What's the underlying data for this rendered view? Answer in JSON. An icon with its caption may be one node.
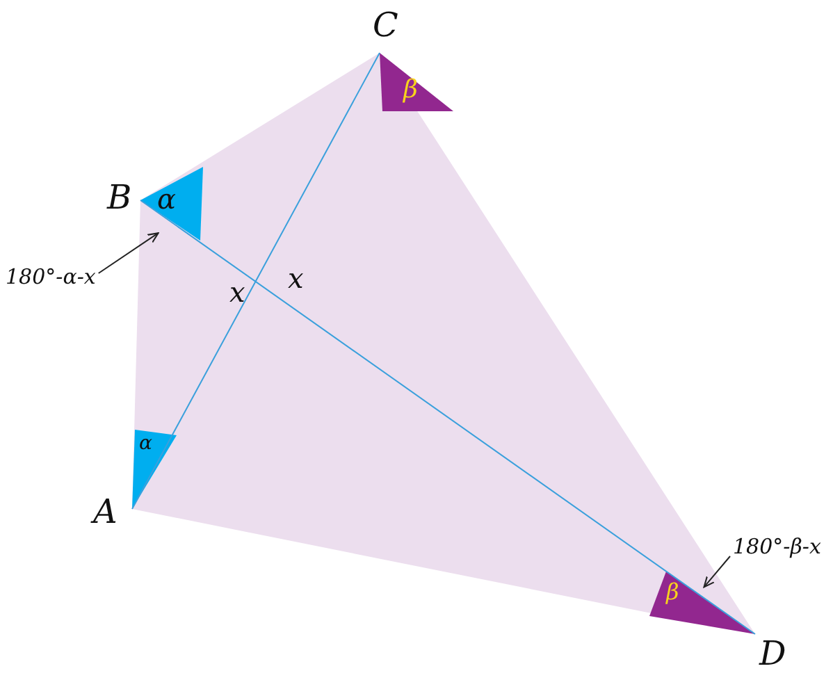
{
  "diagram": {
    "nodes": [
      {
        "text": [
          "180°-α-x"
        ]
      },
      {
        "text": [
          "180°-β-x"
        ]
      },
      {
        "text": [],
        "shape": "quadrilateral",
        "beside": [
          "C",
          "B",
          "A",
          "D"
        ]
      }
    ],
    "edges": [
      {
        "from": 0,
        "to": 2,
        "arrow": "to"
      },
      {
        "from": 1,
        "to": 2,
        "arrow": "to"
      }
    ],
    "labels": [
      "β",
      "α",
      "x",
      "x",
      "α",
      "β"
    ]
  }
}
